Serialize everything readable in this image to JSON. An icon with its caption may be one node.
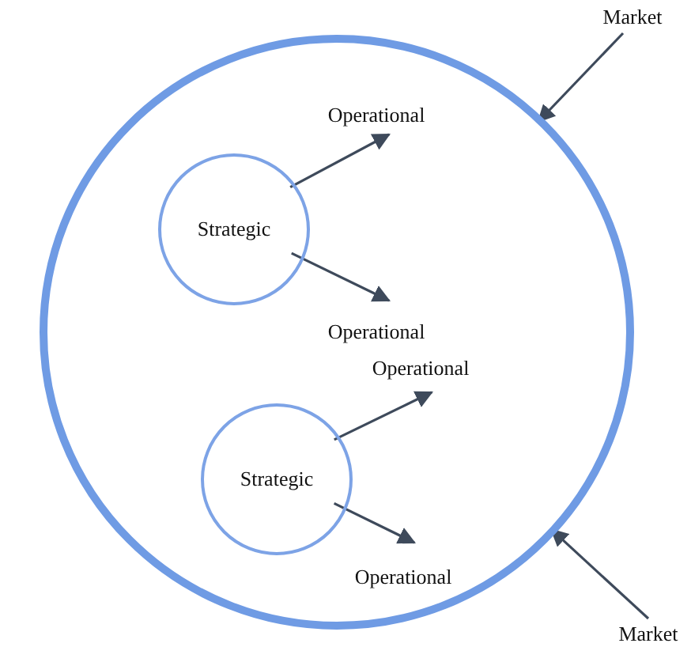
{
  "diagram": {
    "nodes": [
      {
        "text": [],
        "shape": "circle"
      },
      {
        "text": [
          "Market"
        ]
      },
      {
        "text": [
          "Operational"
        ],
        "in": 0
      },
      {
        "text": [
          "Strategic"
        ],
        "in": 0
      },
      {
        "text": [
          "Operational"
        ],
        "in": 0
      },
      {
        "text": [
          "Operational"
        ],
        "in": 0
      },
      {
        "text": [
          "Strategic"
        ],
        "in": 0
      },
      {
        "text": [
          "Operational"
        ],
        "in": 0
      },
      {
        "text": [
          "Market"
        ]
      }
    ],
    "edges": [
      {
        "from": 1,
        "to": 0,
        "arrow": "to"
      },
      {
        "from": 3,
        "to": 2,
        "arrow": "to"
      },
      {
        "from": 3,
        "to": 4,
        "arrow": "to"
      },
      {
        "from": 6,
        "to": 5,
        "arrow": "to"
      },
      {
        "from": 6,
        "to": 7,
        "arrow": "to"
      },
      {
        "from": 8,
        "to": 0,
        "arrow": "to"
      }
    ]
  }
}
